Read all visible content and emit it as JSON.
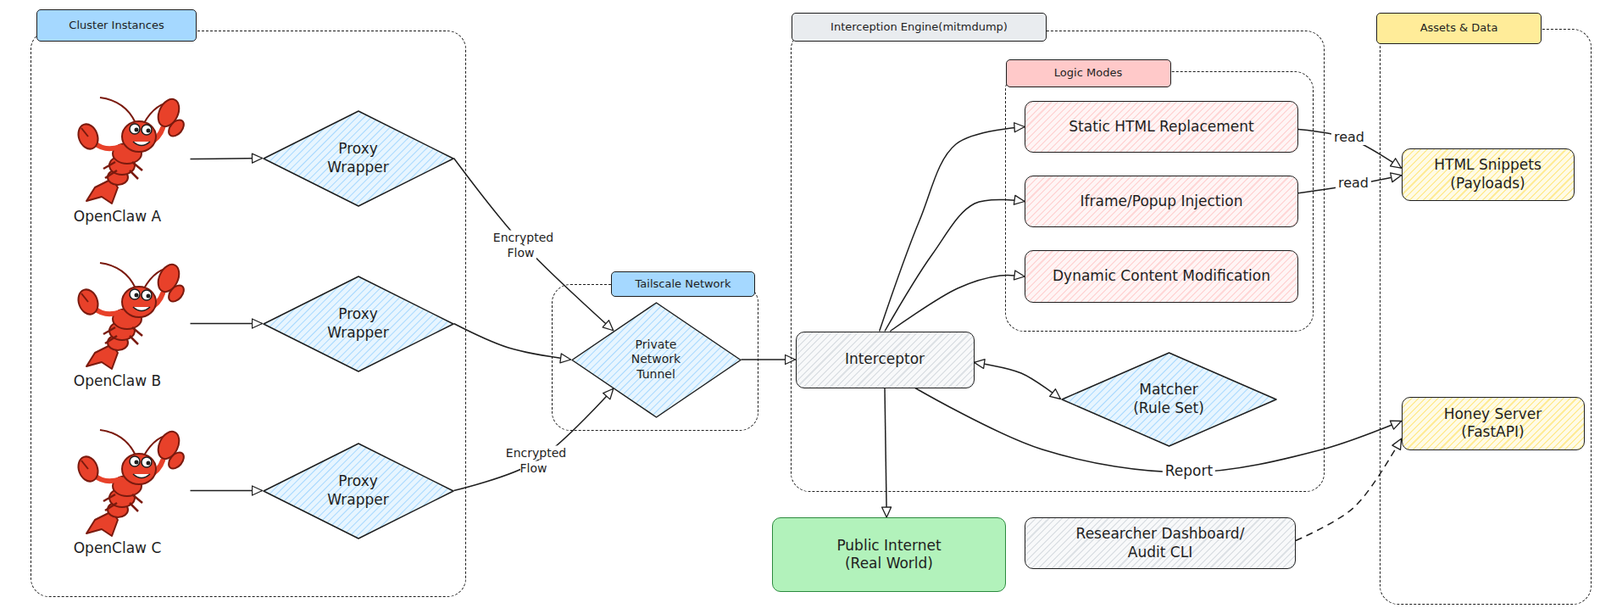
{
  "diagram": {
    "nodes": [
      {
        "text": [
          "Cluster Instances"
        ]
      },
      {
        "text": [
          "OpenClaw A"
        ],
        "in": 0
      },
      {
        "text": [
          "Proxy Wrapper"
        ],
        "in": 0
      },
      {
        "text": [
          "OpenClaw B"
        ],
        "in": 0
      },
      {
        "text": [
          "Proxy Wrapper"
        ],
        "in": 0
      },
      {
        "text": [
          "OpenClaw C"
        ],
        "in": 0
      },
      {
        "text": [
          "Proxy Wrapper"
        ],
        "in": 0
      },
      {
        "text": [
          "Tailscale Network"
        ]
      },
      {
        "text": [
          "Private Network Tunnel"
        ],
        "in": 7
      },
      {
        "text": [
          "Interception Engine(mitmdump)"
        ]
      },
      {
        "text": [
          "Logic Modes"
        ],
        "in": 9
      },
      {
        "text": [
          "Static HTML Replacement"
        ],
        "in": 10
      },
      {
        "text": [
          "Iframe/Popup Injection"
        ],
        "in": 10
      },
      {
        "text": [
          "Dynamic Content Modification"
        ],
        "in": 10
      },
      {
        "text": [
          "Interceptor"
        ],
        "in": 9
      },
      {
        "text": [
          "Matcher (Rule Set)"
        ],
        "in": 9
      },
      {
        "text": [
          "Assets & Data"
        ]
      },
      {
        "text": [
          "HTML Snippets (Payloads)"
        ],
        "in": 16
      },
      {
        "text": [
          "Honey Server (FastAPI)"
        ],
        "in": 16
      },
      {
        "text": [
          "Public Internet (Real World)"
        ]
      },
      {
        "text": [
          "Researcher Dashboard/ Audit CLI"
        ]
      }
    ],
    "edges": [
      {
        "from": 1,
        "to": 2,
        "arrow": "to"
      },
      {
        "from": 3,
        "to": 4,
        "arrow": "to"
      },
      {
        "from": 5,
        "to": 6,
        "arrow": "to"
      },
      {
        "from": 2,
        "to": 8,
        "label": "Encrypted Flow",
        "arrow": "to"
      },
      {
        "from": 4,
        "to": 8,
        "arrow": "to"
      },
      {
        "from": 6,
        "to": 8,
        "label": "Encrypted Flow",
        "arrow": "to"
      },
      {
        "from": 8,
        "to": 14,
        "arrow": "to"
      },
      {
        "from": 14,
        "to": 11,
        "arrow": "to"
      },
      {
        "from": 14,
        "to": 12,
        "arrow": "to"
      },
      {
        "from": 14,
        "to": 13,
        "arrow": "to"
      },
      {
        "from": 14,
        "to": 15,
        "arrow": "both"
      },
      {
        "from": 14,
        "to": 19,
        "arrow": "to"
      },
      {
        "from": 14,
        "to": 18,
        "label": "Report",
        "arrow": "to"
      },
      {
        "from": 11,
        "to": 17,
        "label": "read",
        "arrow": "to"
      },
      {
        "from": 12,
        "to": 17,
        "label": "read",
        "arrow": "to"
      },
      {
        "from": 20,
        "to": 18,
        "arrow": "to"
      }
    ]
  }
}
